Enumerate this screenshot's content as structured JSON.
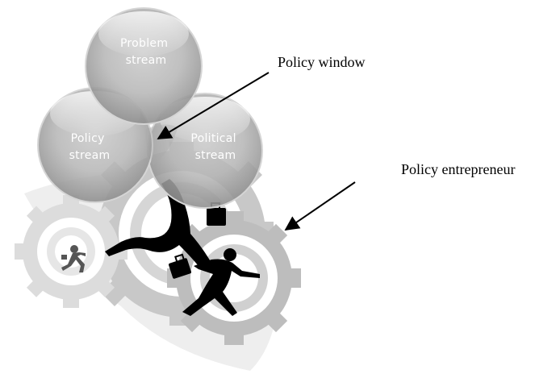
{
  "circles": {
    "problem": {
      "line1": "Problem",
      "line2": "stream"
    },
    "policy": {
      "line1": "Policy",
      "line2": "stream"
    },
    "political": {
      "line1": "Political",
      "line2": "stream"
    }
  },
  "callouts": {
    "policy_window": "Policy window",
    "policy_entrepreneur": "Policy entrepreneur"
  }
}
